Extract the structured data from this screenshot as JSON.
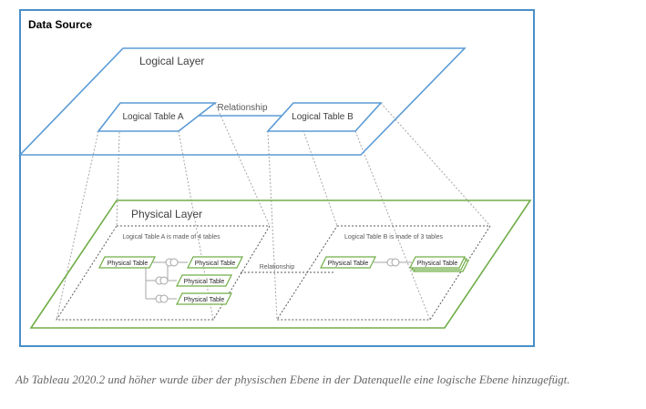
{
  "diagram": {
    "title": "Data Source",
    "logical_layer": {
      "label": "Logical Layer",
      "table_a": "Logical Table A",
      "table_b": "Logical Table B",
      "relationship": "Relationship"
    },
    "physical_layer": {
      "label": "Physical Layer",
      "group_a_caption": "Logical Table A is made of 4 tables",
      "group_b_caption": "Logical Table B is made of 3 tables",
      "relationship": "Relationship",
      "physical_table_label": "Physical Table"
    },
    "colors": {
      "frame": "#4a90c8",
      "logical": "#5b9bd5",
      "physical": "#70ad47",
      "dotted": "#a6a6a6",
      "text": "#404040"
    }
  },
  "caption": "Ab Tableau 2020.2 und höher wurde über der physischen Ebene in der Datenquelle eine logische Ebene hinzugefügt."
}
